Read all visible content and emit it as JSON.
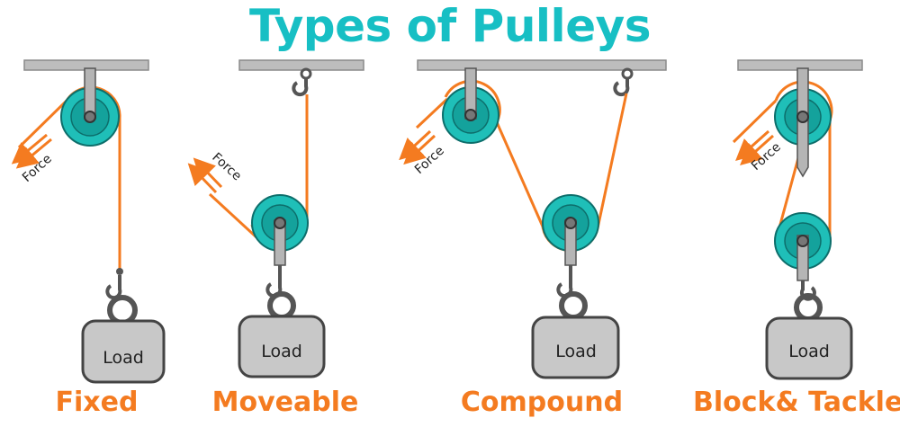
{
  "title": "Types of Pulleys",
  "force_label": "Force",
  "load_label": "Load",
  "pulleys": [
    {
      "label": "Fixed"
    },
    {
      "label": "Moveable"
    },
    {
      "label": "Compound"
    },
    {
      "label": "Block& Tackle"
    }
  ],
  "colors": {
    "title": "#17bfc4",
    "label": "#f47b20",
    "rope": "#f47b20",
    "wheel": "#1fbfb8",
    "ceiling": "#bdbdbd",
    "load": "#c8c8c8"
  }
}
